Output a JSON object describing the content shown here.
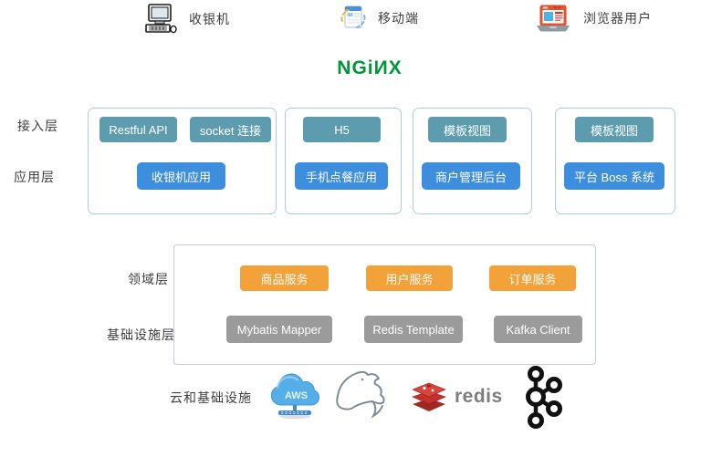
{
  "clients": [
    {
      "label": "收银机",
      "icon": "cash-register-icon"
    },
    {
      "label": "移动端",
      "icon": "mobile-icon"
    },
    {
      "label": "浏览器用户",
      "icon": "browser-user-icon"
    }
  ],
  "nginx": {
    "text": "NGiИX",
    "color": "#009639"
  },
  "labels": {
    "access": "接入层",
    "app": "应用层",
    "domain": "领域层",
    "infra": "基础设施层",
    "cloud": "云和基础设施"
  },
  "columns": [
    {
      "access": [
        "Restful API",
        "socket 连接"
      ],
      "app": "收银机应用"
    },
    {
      "access": [
        "H5"
      ],
      "app": "手机点餐应用"
    },
    {
      "access": [
        "模板视图"
      ],
      "app": "商户管理后台"
    },
    {
      "access": [
        "模板视图"
      ],
      "app": "平台 Boss 系统"
    }
  ],
  "domain_services": [
    "商品服务",
    "用户服务",
    "订单服务"
  ],
  "infra_components": [
    "Mybatis Mapper",
    "Redis Template",
    "Kafka Client"
  ],
  "cloud": {
    "aws_label": "AWS",
    "redis_label": "redis"
  },
  "colors": {
    "teal": "#5d9cae",
    "blue": "#3e8ede",
    "orange": "#f2a238",
    "gray": "#9b9b9b",
    "nginx_green": "#009639",
    "box_border_blue": "#a9cfdf",
    "box_border_gray": "#c3ccd3",
    "redis_red": "#c6302b",
    "aws_blue": "#55aee8"
  }
}
